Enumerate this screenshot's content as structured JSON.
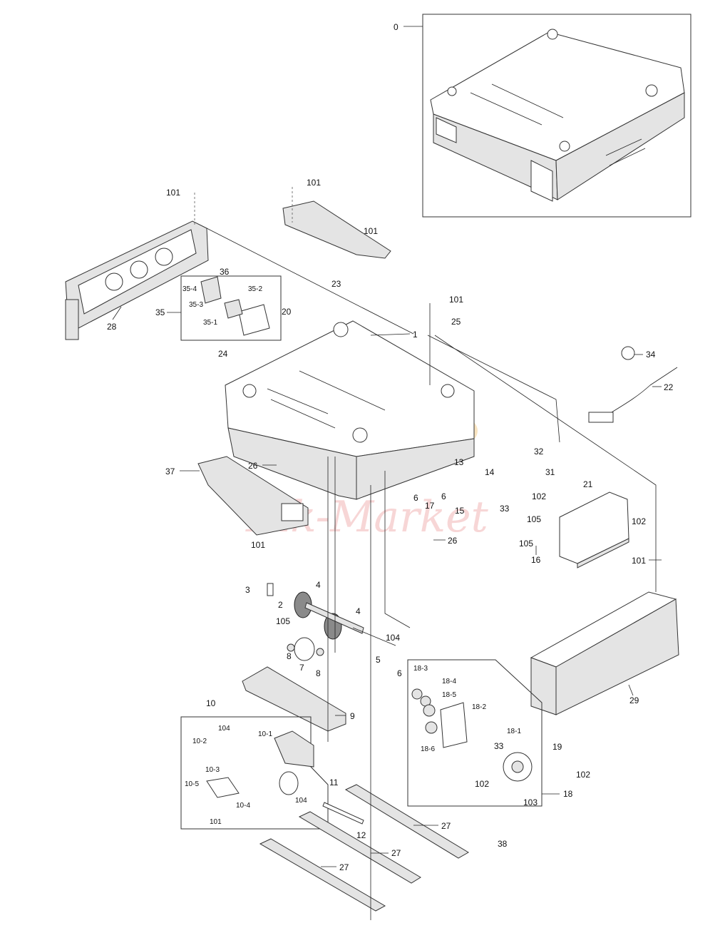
{
  "watermark": {
    "text": "Ink-Market"
  },
  "callouts": [
    {
      "id": "c-0",
      "label": "0",
      "size": "lg"
    },
    {
      "id": "c-101a",
      "label": "101",
      "size": "lg"
    },
    {
      "id": "c-101b",
      "label": "101",
      "size": "lg"
    },
    {
      "id": "c-101c",
      "label": "101",
      "size": "lg"
    },
    {
      "id": "c-101d",
      "label": "101",
      "size": "lg"
    },
    {
      "id": "c-101e",
      "label": "101",
      "size": "lg"
    },
    {
      "id": "c-101f",
      "label": "101",
      "size": "lg"
    },
    {
      "id": "c-101g",
      "label": "101",
      "size": "sm"
    },
    {
      "id": "c-36",
      "label": "36",
      "size": "lg"
    },
    {
      "id": "c-35-4",
      "label": "35-4",
      "size": "sm"
    },
    {
      "id": "c-35-2",
      "label": "35-2",
      "size": "sm"
    },
    {
      "id": "c-35",
      "label": "35",
      "size": "lg"
    },
    {
      "id": "c-35-3",
      "label": "35-3",
      "size": "sm"
    },
    {
      "id": "c-35-1",
      "label": "35-1",
      "size": "sm"
    },
    {
      "id": "c-28",
      "label": "28",
      "size": "lg"
    },
    {
      "id": "c-23",
      "label": "23",
      "size": "lg"
    },
    {
      "id": "c-20",
      "label": "20",
      "size": "lg"
    },
    {
      "id": "c-25",
      "label": "25",
      "size": "lg"
    },
    {
      "id": "c-1",
      "label": "1",
      "size": "lg"
    },
    {
      "id": "c-24",
      "label": "24",
      "size": "lg"
    },
    {
      "id": "c-34",
      "label": "34",
      "size": "lg"
    },
    {
      "id": "c-22",
      "label": "22",
      "size": "lg"
    },
    {
      "id": "c-26a",
      "label": "26",
      "size": "lg"
    },
    {
      "id": "c-26b",
      "label": "26",
      "size": "lg"
    },
    {
      "id": "c-37",
      "label": "37",
      "size": "lg"
    },
    {
      "id": "c-13",
      "label": "13",
      "size": "lg"
    },
    {
      "id": "c-14",
      "label": "14",
      "size": "lg"
    },
    {
      "id": "c-32",
      "label": "32",
      "size": "lg"
    },
    {
      "id": "c-31",
      "label": "31",
      "size": "lg"
    },
    {
      "id": "c-6a",
      "label": "6",
      "size": "lg"
    },
    {
      "id": "c-6b",
      "label": "6",
      "size": "lg"
    },
    {
      "id": "c-6c",
      "label": "6",
      "size": "lg"
    },
    {
      "id": "c-17",
      "label": "17",
      "size": "lg"
    },
    {
      "id": "c-15",
      "label": "15",
      "size": "lg"
    },
    {
      "id": "c-102a",
      "label": "102",
      "size": "lg"
    },
    {
      "id": "c-102b",
      "label": "102",
      "size": "lg"
    },
    {
      "id": "c-102c",
      "label": "102",
      "size": "lg"
    },
    {
      "id": "c-102d",
      "label": "102",
      "size": "lg"
    },
    {
      "id": "c-21",
      "label": "21",
      "size": "lg"
    },
    {
      "id": "c-33a",
      "label": "33",
      "size": "lg"
    },
    {
      "id": "c-33b",
      "label": "33",
      "size": "lg"
    },
    {
      "id": "c-105a",
      "label": "105",
      "size": "lg"
    },
    {
      "id": "c-105b",
      "label": "105",
      "size": "lg"
    },
    {
      "id": "c-105c",
      "label": "105",
      "size": "lg"
    },
    {
      "id": "c-16",
      "label": "16",
      "size": "lg"
    },
    {
      "id": "c-3",
      "label": "3",
      "size": "lg"
    },
    {
      "id": "c-4a",
      "label": "4",
      "size": "lg"
    },
    {
      "id": "c-4b",
      "label": "4",
      "size": "lg"
    },
    {
      "id": "c-2",
      "label": "2",
      "size": "lg"
    },
    {
      "id": "c-104a",
      "label": "104",
      "size": "lg"
    },
    {
      "id": "c-104b",
      "label": "104",
      "size": "sm"
    },
    {
      "id": "c-104c",
      "label": "104",
      "size": "sm"
    },
    {
      "id": "c-5",
      "label": "5",
      "size": "lg"
    },
    {
      "id": "c-8a",
      "label": "8",
      "size": "lg"
    },
    {
      "id": "c-8b",
      "label": "8",
      "size": "lg"
    },
    {
      "id": "c-7",
      "label": "7",
      "size": "lg"
    },
    {
      "id": "c-29",
      "label": "29",
      "size": "lg"
    },
    {
      "id": "c-9",
      "label": "9",
      "size": "lg"
    },
    {
      "id": "c-10",
      "label": "10",
      "size": "lg"
    },
    {
      "id": "c-10-1",
      "label": "10-1",
      "size": "sm"
    },
    {
      "id": "c-10-2",
      "label": "10-2",
      "size": "sm"
    },
    {
      "id": "c-10-3",
      "label": "10-3",
      "size": "sm"
    },
    {
      "id": "c-10-5",
      "label": "10-5",
      "size": "sm"
    },
    {
      "id": "c-10-4",
      "label": "10-4",
      "size": "sm"
    },
    {
      "id": "c-18-3",
      "label": "18-3",
      "size": "sm"
    },
    {
      "id": "c-18-4",
      "label": "18-4",
      "size": "sm"
    },
    {
      "id": "c-18-5",
      "label": "18-5",
      "size": "sm"
    },
    {
      "id": "c-18-2",
      "label": "18-2",
      "size": "sm"
    },
    {
      "id": "c-18-1",
      "label": "18-1",
      "size": "sm"
    },
    {
      "id": "c-18-6",
      "label": "18-6",
      "size": "sm"
    },
    {
      "id": "c-19",
      "label": "19",
      "size": "lg"
    },
    {
      "id": "c-18",
      "label": "18",
      "size": "lg"
    },
    {
      "id": "c-103",
      "label": "103",
      "size": "lg"
    },
    {
      "id": "c-11",
      "label": "11",
      "size": "lg"
    },
    {
      "id": "c-12",
      "label": "12",
      "size": "lg"
    },
    {
      "id": "c-27a",
      "label": "27",
      "size": "lg"
    },
    {
      "id": "c-27b",
      "label": "27",
      "size": "lg"
    },
    {
      "id": "c-27c",
      "label": "27",
      "size": "lg"
    },
    {
      "id": "c-38",
      "label": "38",
      "size": "lg"
    }
  ]
}
